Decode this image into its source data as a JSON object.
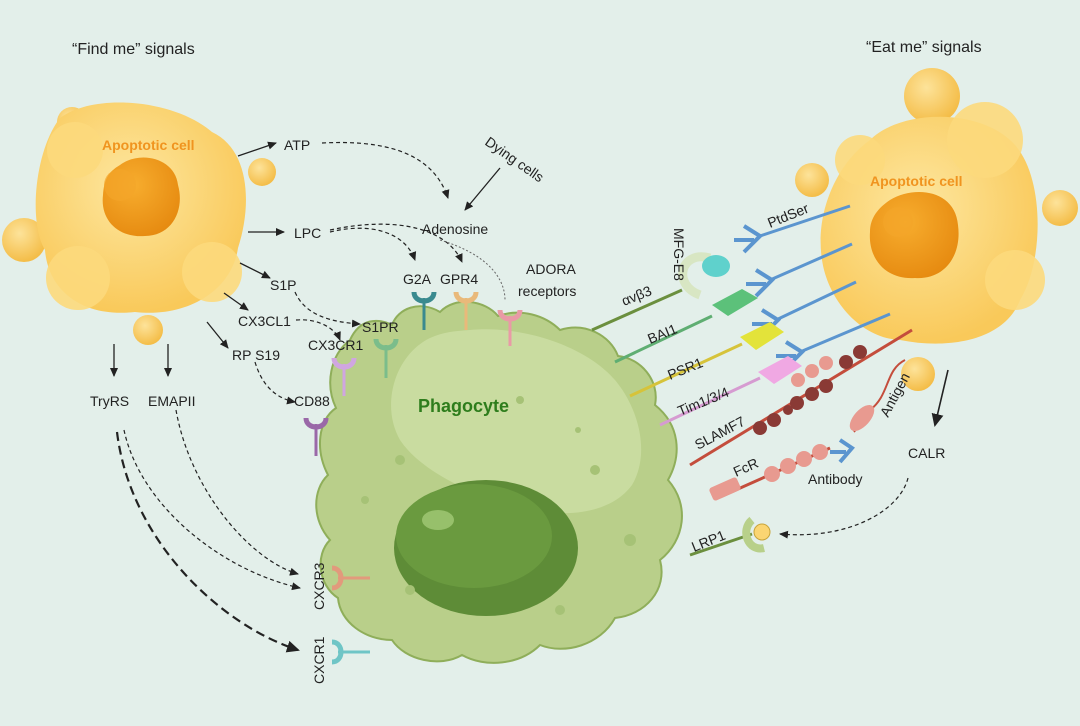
{
  "headers": {
    "find_me": "“Find me” signals",
    "eat_me": "“Eat me” signals"
  },
  "cells": {
    "apoptotic_left": "Apoptotic cell",
    "apoptotic_right": "Apoptotic cell",
    "phagocyte": "Phagocyte"
  },
  "find_me": {
    "atp": "ATP",
    "lpc": "LPC",
    "s1p": "S1P",
    "cx3cl1": "CX3CL1",
    "rps19": "RP S19",
    "tryrs": "TryRS",
    "emapii": "EMAPII",
    "dying_cells": "Dying cells",
    "adenosine": "Adenosine"
  },
  "receptors_left": {
    "g2a": "G2A",
    "gpr4": "GPR4",
    "adora_line1": "ADORA",
    "adora_line2": "receptors",
    "s1pr": "S1PR",
    "cx3cr1": "CX3CR1",
    "cd88": "CD88",
    "cxcr3": "CXCR3",
    "cxcr1": "CXCR1"
  },
  "eat_me": {
    "mfge8": "MFG-E8",
    "ptdser": "PtdSer",
    "avb3": "αvβ3",
    "bai1": "BAI1",
    "psr1": "PSR1",
    "tim": "Tim1/3/4",
    "slamf7": "SLAMF7",
    "antigen": "Antigen",
    "fcr": "FcR",
    "antibody": "Antibody",
    "lrp1": "LRP1",
    "calr": "CALR"
  },
  "colors": {
    "background": "#e3efea",
    "apoptotic_body": "#fbd572",
    "apoptotic_nucleus": "#f2a01e",
    "apoptotic_label": "#f0941f",
    "phagocyte_body": "#b8cf88",
    "phagocyte_nucleus": "#5e8c37",
    "phagocyte_label": "#2e7d1c",
    "ptdser": "#5b95cf"
  }
}
